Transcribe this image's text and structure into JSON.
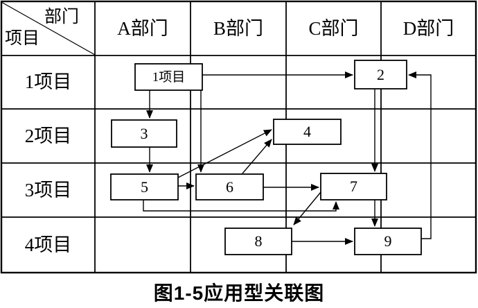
{
  "diagram": {
    "corner": {
      "top_right_label": "部门",
      "bottom_left_label": "项目"
    },
    "columns": [
      "A部门",
      "B部门",
      "C部门",
      "D部门"
    ],
    "rows": [
      "1项目",
      "2项目",
      "3项目",
      "4项目"
    ],
    "nodes": [
      {
        "id": "n1",
        "label": "1项目",
        "row": "1项目",
        "column": "A部门"
      },
      {
        "id": "n2",
        "label": "2",
        "row": "1项目",
        "column": "C部门/D部门"
      },
      {
        "id": "n3",
        "label": "3",
        "row": "2项目",
        "column": "A部门"
      },
      {
        "id": "n4",
        "label": "4",
        "row": "2项目",
        "column": "B部门/C部门"
      },
      {
        "id": "n5",
        "label": "5",
        "row": "3项目",
        "column": "A部门"
      },
      {
        "id": "n6",
        "label": "6",
        "row": "3项目",
        "column": "B部门"
      },
      {
        "id": "n7",
        "label": "7",
        "row": "3项目",
        "column": "C部门"
      },
      {
        "id": "n8",
        "label": "8",
        "row": "4项目",
        "column": "B部门/C部门"
      },
      {
        "id": "n9",
        "label": "9",
        "row": "4项目",
        "column": "C部门/D部门"
      }
    ],
    "edges": [
      {
        "from": "1项目",
        "to": "3"
      },
      {
        "from": "1项目",
        "to": "2"
      },
      {
        "from": "1项目",
        "to": "6"
      },
      {
        "from": "3",
        "to": "5"
      },
      {
        "from": "5",
        "to": "6"
      },
      {
        "from": "5",
        "to": "4"
      },
      {
        "from": "5",
        "to": "7"
      },
      {
        "from": "6",
        "to": "4"
      },
      {
        "from": "6",
        "to": "7"
      },
      {
        "from": "2",
        "to": "7"
      },
      {
        "from": "7",
        "to": "9"
      },
      {
        "from": "7",
        "to": "8"
      },
      {
        "from": "8",
        "to": "9"
      },
      {
        "from": "9",
        "to": "2"
      }
    ],
    "caption": "图1-5应用型关联图",
    "colors": {
      "line": "#000000",
      "background": "#ffffff",
      "text": "#000000"
    }
  }
}
